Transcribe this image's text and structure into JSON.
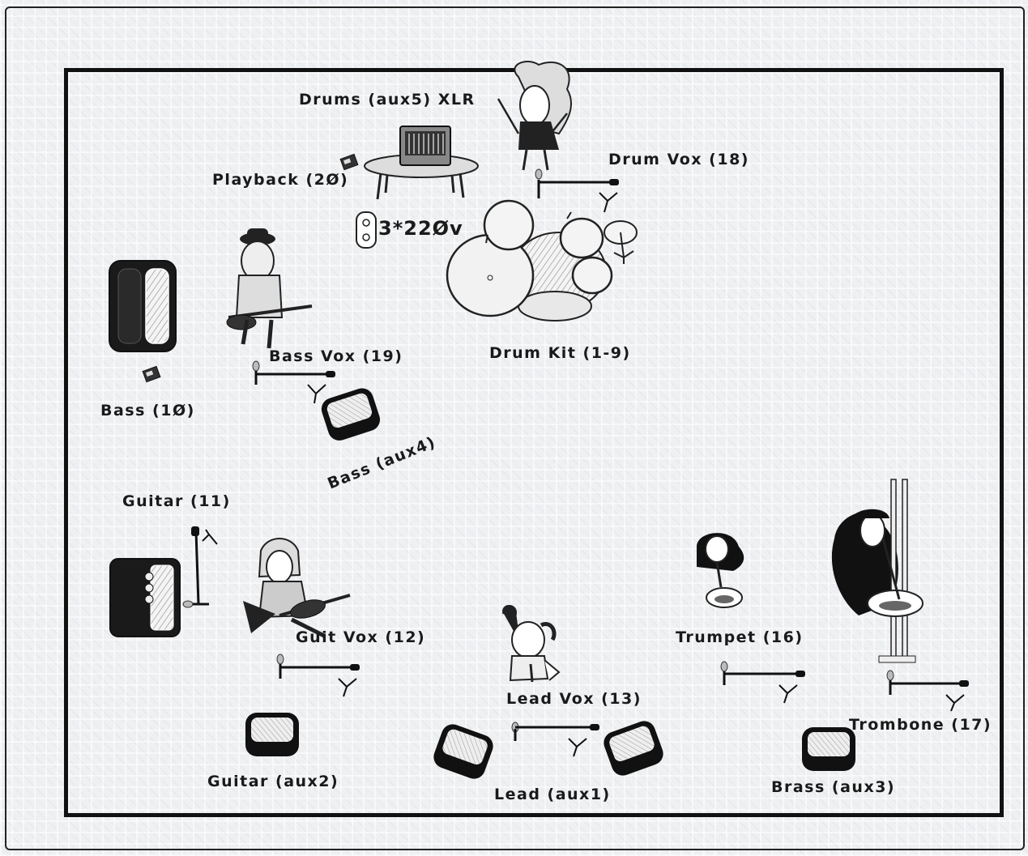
{
  "stage_plot": {
    "labels": {
      "drums_aux": "Drums (aux5) XLR",
      "drum_vox": "Drum Vox (18)",
      "playback": "Playback (2Ø)",
      "power": "3*22Øv",
      "drum_kit": "Drum Kit (1-9)",
      "bass_vox": "Bass Vox (19)",
      "bass_di": "Bass (1Ø)",
      "bass_monitor": "Bass (aux4)",
      "guitar": "Guitar (11)",
      "guit_vox": "Guit Vox (12)",
      "guitar_monitor": "Guitar (aux2)",
      "lead_vox": "Lead Vox (13)",
      "lead_monitor": "Lead (aux1)",
      "trumpet": "Trumpet (16)",
      "trombone": "Trombone (17)",
      "brass_monitor": "Brass (aux3)"
    }
  }
}
